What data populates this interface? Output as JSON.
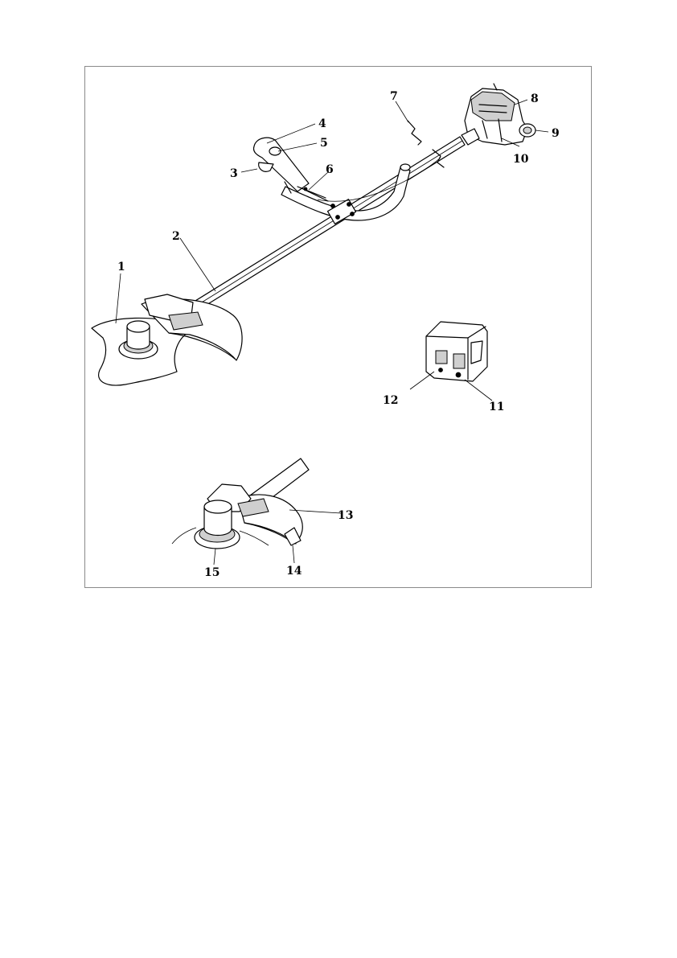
{
  "figure": {
    "callouts": [
      "1",
      "2",
      "3",
      "4",
      "5",
      "6",
      "7",
      "8",
      "9",
      "10",
      "11",
      "12",
      "13",
      "14",
      "15"
    ]
  }
}
